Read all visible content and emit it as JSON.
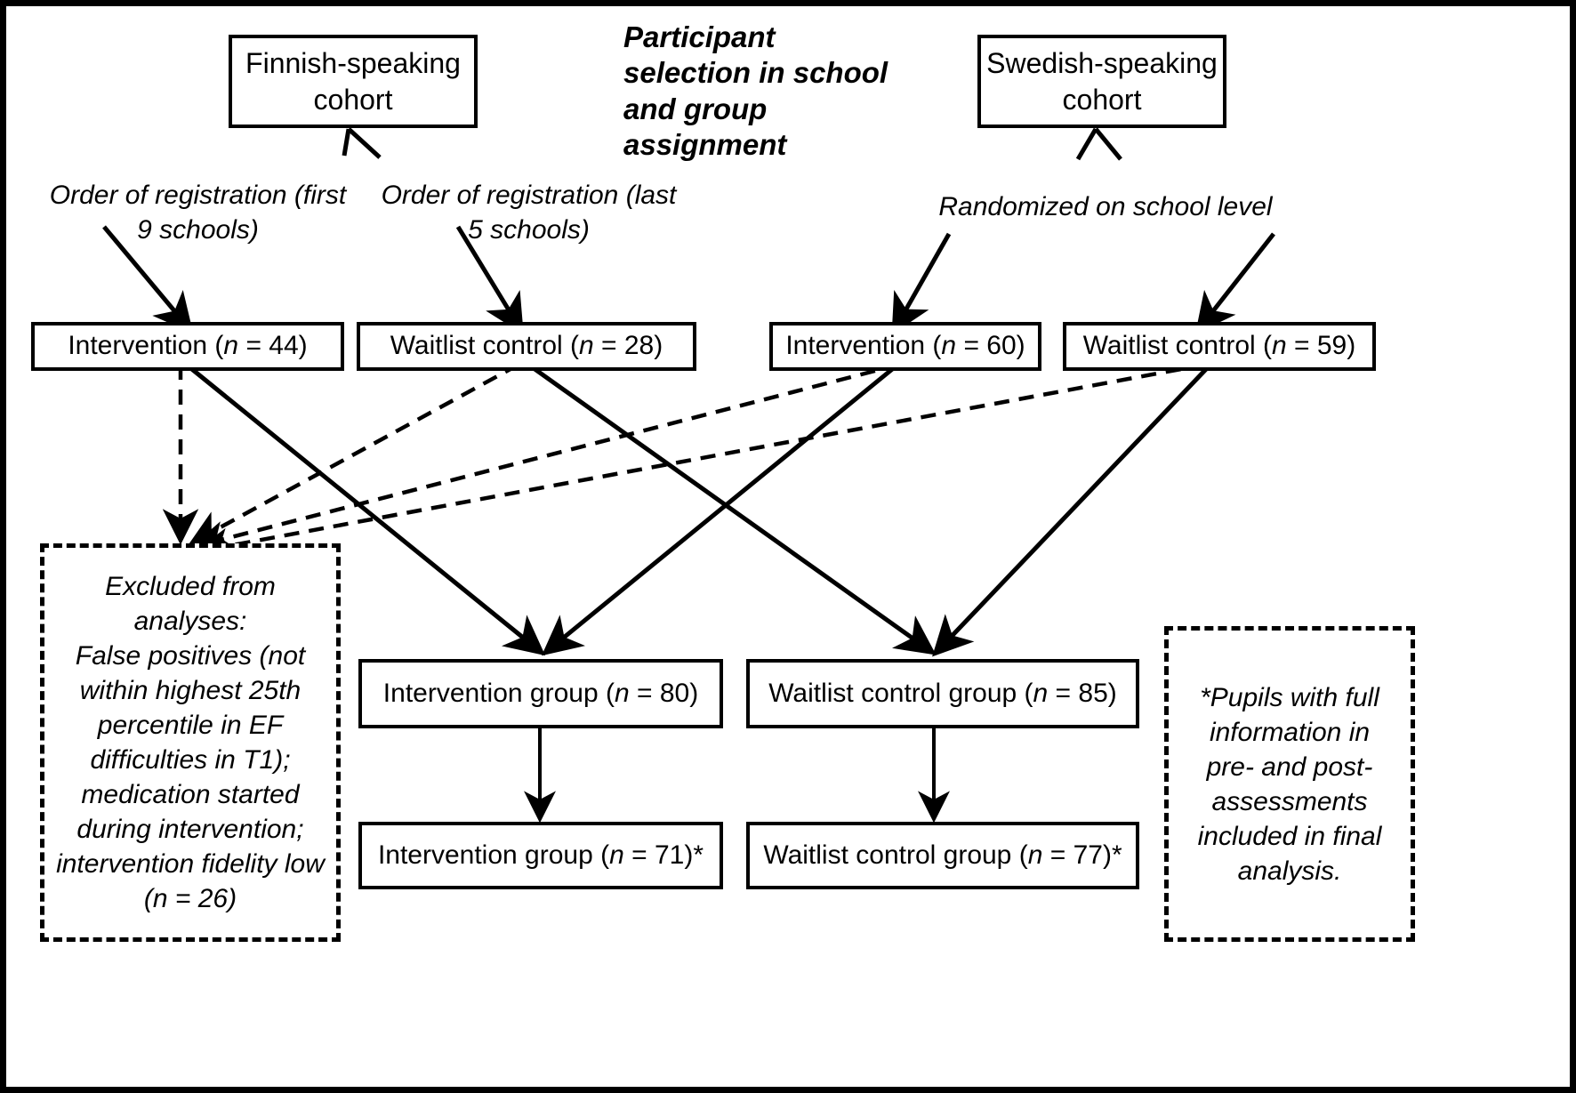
{
  "title": "Participant selection in school and group assignment",
  "cohorts": [
    {
      "id": "finnish",
      "label": "Finnish-speaking cohort"
    },
    {
      "id": "swedish",
      "label": "Swedish-speaking cohort"
    }
  ],
  "edge_labels": [
    {
      "id": "order-first-9",
      "text": "Order of registration (first 9 schools)"
    },
    {
      "id": "order-last-5",
      "text": "Order of registration (last 5 schools)"
    },
    {
      "id": "randomized",
      "text": "Randomized on school level"
    }
  ],
  "group_boxes": [
    {
      "id": "fi-intervention",
      "name": "Intervention",
      "n_label": "n",
      "n_value": "44",
      "text": "Intervention (n = 44)"
    },
    {
      "id": "fi-waitlist",
      "name": "Waitlist control",
      "n_label": "n",
      "n_value": "28",
      "text": "Waitlist control (n = 28)"
    },
    {
      "id": "sv-intervention",
      "name": "Intervention",
      "n_label": "n",
      "n_value": "60",
      "text": "Intervention (n = 60)"
    },
    {
      "id": "sv-waitlist",
      "name": "Waitlist control",
      "n_label": "n",
      "n_value": "59",
      "text": "Waitlist control (n = 59)"
    }
  ],
  "combined_boxes": [
    {
      "id": "intervention-group",
      "name": "Intervention group",
      "n_label": "n",
      "n_value": "80",
      "text": "Intervention group (n = 80)"
    },
    {
      "id": "waitlist-group",
      "name": "Waitlist control group",
      "n_label": "n",
      "n_value": "85",
      "text": "Waitlist control group (n = 85)"
    }
  ],
  "final_boxes": [
    {
      "id": "intervention-final",
      "name": "Intervention group",
      "n_label": "n",
      "n_value": "71",
      "star": "*",
      "text": "Intervention group (n = 71)*"
    },
    {
      "id": "waitlist-final",
      "name": "Waitlist control group",
      "n_label": "n",
      "n_value": "77",
      "star": "*",
      "text": "Waitlist control group (n = 77)*"
    }
  ],
  "excluded_note": {
    "lines": [
      "Excluded from analyses:",
      "False positives (not",
      "within highest 25th",
      "percentile in EF",
      "difficulties in T1);",
      "medication started",
      "during intervention;",
      "intervention fidelity low",
      "(n = 26)"
    ],
    "n_value": "26"
  },
  "footnote": {
    "lines": [
      "*Pupils with full",
      "information in",
      "pre- and post-",
      "assessments",
      "included in final",
      "analysis."
    ]
  },
  "colors": {
    "stroke": "#000000",
    "background": "#ffffff"
  }
}
